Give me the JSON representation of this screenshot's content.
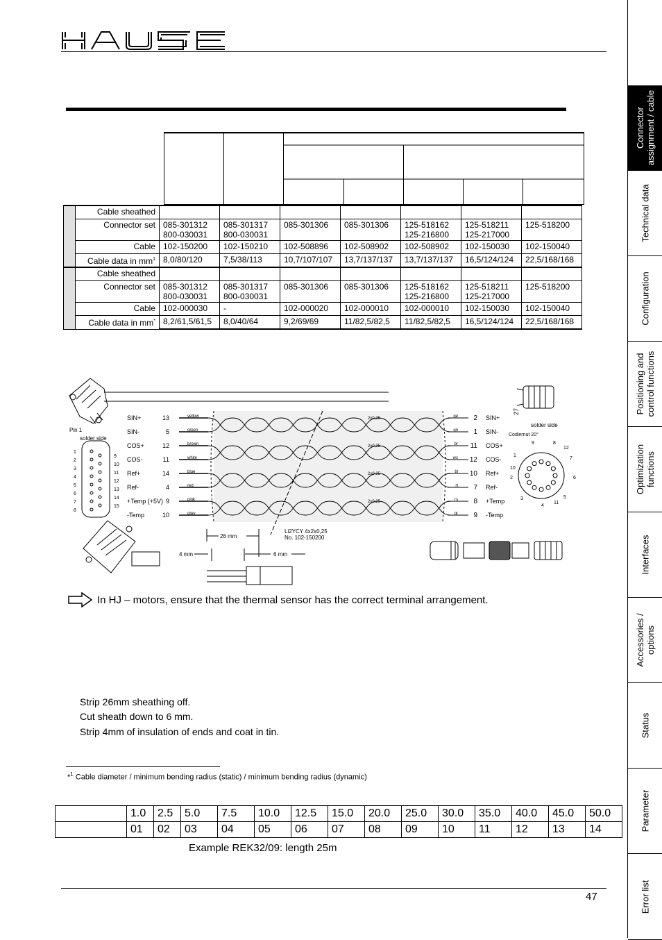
{
  "brand": "HAUSER",
  "page_number": "47",
  "sidebar_tabs": [
    {
      "label1": "Connector",
      "label2": "assignment / cable",
      "active": true
    },
    {
      "label1": "Technical data",
      "label2": ""
    },
    {
      "label1": "Configuration",
      "label2": ""
    },
    {
      "label1": "Positioning and",
      "label2": "control functions"
    },
    {
      "label1": "Optimization",
      "label2": "functions"
    },
    {
      "label1": "Interfaces",
      "label2": ""
    },
    {
      "label1": "Accessories /",
      "label2": "options"
    },
    {
      "label1": "Status",
      "label2": ""
    },
    {
      "label1": "Parameter",
      "label2": ""
    },
    {
      "label1": "Error list",
      "label2": ""
    }
  ],
  "cable_table": {
    "group1": [
      {
        "label": "Cable sheathed",
        "cells": [
          "",
          "",
          "",
          "",
          "",
          "",
          ""
        ]
      },
      {
        "label": "Connector set",
        "cells": [
          "085-301312\n800-030031",
          "085-301317\n800-030031",
          "085-301306",
          "085-301306",
          "125-518162\n125-216800",
          "125-518211\n125-217000",
          "125-518200"
        ]
      },
      {
        "label": "Cable",
        "cells": [
          "102-150200",
          "102-150210",
          "102-508896",
          "102-508902",
          "102-508902",
          "102-150030",
          "102-150040"
        ]
      },
      {
        "label": "Cable data in mm",
        "sup": "1",
        "cells": [
          "8,0/80/120",
          "7,5/38/113",
          "10,7/107/107",
          "13,7/137/137",
          "13,7/137/137",
          "16,5/124/124",
          "22,5/168/168"
        ]
      }
    ],
    "group2": [
      {
        "label": "Cable sheathed",
        "cells": [
          "",
          "",
          "",
          "",
          "",
          "",
          ""
        ]
      },
      {
        "label": "Connector set",
        "cells": [
          "085-301312\n800-030031",
          "085-301317\n800-030031",
          "085-301306",
          "085-301306",
          "125-518162\n125-216800",
          "125-518211\n125-217000",
          "125-518200"
        ]
      },
      {
        "label": "Cable",
        "cells": [
          "102-000030",
          "-",
          "102-000020",
          "102-000010",
          "102-000010",
          "102-150030",
          "102-150040"
        ]
      },
      {
        "label": "Cable data in mm",
        "sup": "*",
        "cells": [
          "8,2/61,5/61,5",
          "8,0/40/64",
          "9,2/69/69",
          "11/82,5/82,5",
          "11/82,5/82,5",
          "16,5/124/124",
          "22,5/168/168"
        ]
      }
    ]
  },
  "diagram": {
    "pin1_label": "Pin 1",
    "solder_side_left": "solder side",
    "solder_side_right": "solder side",
    "codiernut": "Codiernut 20°",
    "dim_27": "27",
    "left_pins": [
      "1",
      "2",
      "3",
      "4",
      "5",
      "6",
      "7",
      "8"
    ],
    "right_pins": [
      "9",
      "10",
      "11",
      "12",
      "13",
      "14",
      "15"
    ],
    "signals": [
      {
        "name": "SIN+",
        "pin_l": "13",
        "color": "yellow",
        "abbr": "ge",
        "pin_r": "2",
        "name_r": "SIN+"
      },
      {
        "name": "SIN-",
        "pin_l": "5",
        "color": "green",
        "abbr": "gn",
        "pin_r": "1",
        "name_r": "SIN-"
      },
      {
        "name": "COS+",
        "pin_l": "12",
        "color": "brown",
        "abbr": "br",
        "pin_r": "11",
        "name_r": "COS+"
      },
      {
        "name": "COS-",
        "pin_l": "11",
        "color": "white",
        "abbr": "ws",
        "pin_r": "12",
        "name_r": "COS-"
      },
      {
        "name": "Ref+",
        "pin_l": "14",
        "color": "blue",
        "abbr": "bl",
        "pin_r": "10",
        "name_r": "Ref+"
      },
      {
        "name": "Ref-",
        "pin_l": "4",
        "color": "red",
        "abbr": "rt",
        "pin_r": "7",
        "name_r": "Ref-"
      },
      {
        "name": "+Temp (+5V)",
        "pin_l": "9",
        "color": "pink",
        "abbr": "rs",
        "pin_r": "8",
        "name_r": "+Temp"
      },
      {
        "name": "-Temp",
        "pin_l": "10",
        "color": "grey",
        "abbr": "gr",
        "pin_r": "9",
        "name_r": "-Temp"
      }
    ],
    "pair_label": "2x0,25",
    "cable_type": "Li2YCY  4x2x0,25",
    "cable_no": "No. 102-150200",
    "dim_26": "26 mm",
    "dim_4": "4 mm",
    "dim_6": "6 mm",
    "circ_pins": [
      "9",
      "8",
      "12",
      "1",
      "7",
      "10",
      "2",
      "6",
      "3",
      "5",
      "4",
      "11"
    ]
  },
  "hint": "In HJ – motors, ensure that the thermal sensor has the correct terminal arrangement.",
  "instructions": [
    "Strip 26mm sheathing off.",
    "Cut sheath down to 6 mm.",
    "Strip 4mm of insulation of ends and coat in tin."
  ],
  "footnote_mark": "*",
  "footnote_sup": "1",
  "footnote": "Cable diameter / minimum bending radius (static) / minimum bending radius (dynamic)",
  "length_table": {
    "lengths": [
      "1.0",
      "2.5",
      "5.0",
      "7.5",
      "10.0",
      "12.5",
      "15.0",
      "20.0",
      "25.0",
      "30.0",
      "35.0",
      "40.0",
      "45.0",
      "50.0"
    ],
    "codes": [
      "01",
      "02",
      "03",
      "04",
      "05",
      "06",
      "07",
      "08",
      "09",
      "10",
      "11",
      "12",
      "13",
      "14"
    ]
  },
  "example": "Example REK32/09: length 25m"
}
